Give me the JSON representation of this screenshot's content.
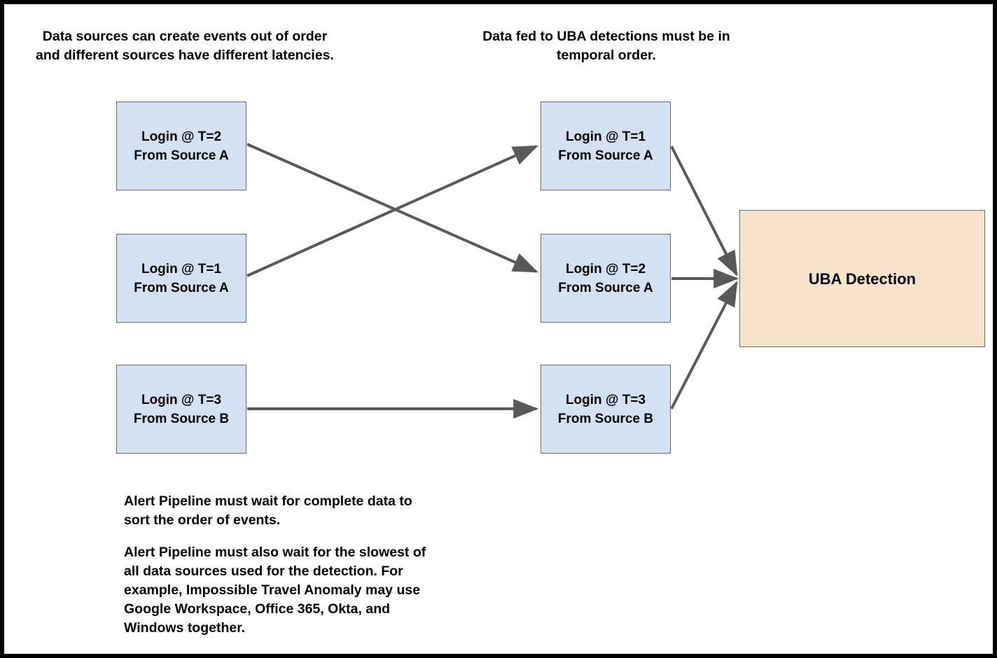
{
  "diagram": {
    "title_left": "Data sources can create events out of order\nand different sources have different latencies.",
    "title_right": "Data fed to UBA detections must be in\ntemporal order.",
    "colors": {
      "event_fill": "#d3e1f3",
      "detection_fill": "#f7e2cc",
      "node_stroke": "#6a6a6a",
      "arrow": "#595959",
      "frame": "#000000",
      "text": "#000000"
    },
    "source_nodes": [
      {
        "id": "src-t2-a",
        "label": "Login @ T=2\nFrom Source A"
      },
      {
        "id": "src-t1-a",
        "label": "Login @ T=1\nFrom Source A"
      },
      {
        "id": "src-t3-b",
        "label": "Login @ T=3\nFrom Source B"
      }
    ],
    "ordered_nodes": [
      {
        "id": "ord-t1-a",
        "label": "Login @ T=1\nFrom Source A"
      },
      {
        "id": "ord-t2-a",
        "label": "Login @ T=2\nFrom Source A"
      },
      {
        "id": "ord-t3-b",
        "label": "Login @ T=3\nFrom Source B"
      }
    ],
    "detection_node": {
      "id": "uba-detection",
      "label": "UBA Detection"
    },
    "notes": [
      "Alert Pipeline must wait for complete data to\nsort the order of events.",
      "Alert Pipeline must also wait for the slowest of\nall data sources used for the detection. For\nexample, Impossible Travel Anomaly may use\nGoogle Workspace, Office 365, Okta, and\nWindows together."
    ],
    "edges": [
      {
        "from": "src-t2-a",
        "to": "ord-t2-a"
      },
      {
        "from": "src-t1-a",
        "to": "ord-t1-a"
      },
      {
        "from": "src-t3-b",
        "to": "ord-t3-b"
      },
      {
        "from": "ord-t1-a",
        "to": "uba-detection"
      },
      {
        "from": "ord-t2-a",
        "to": "uba-detection"
      },
      {
        "from": "ord-t3-b",
        "to": "uba-detection"
      }
    ]
  }
}
